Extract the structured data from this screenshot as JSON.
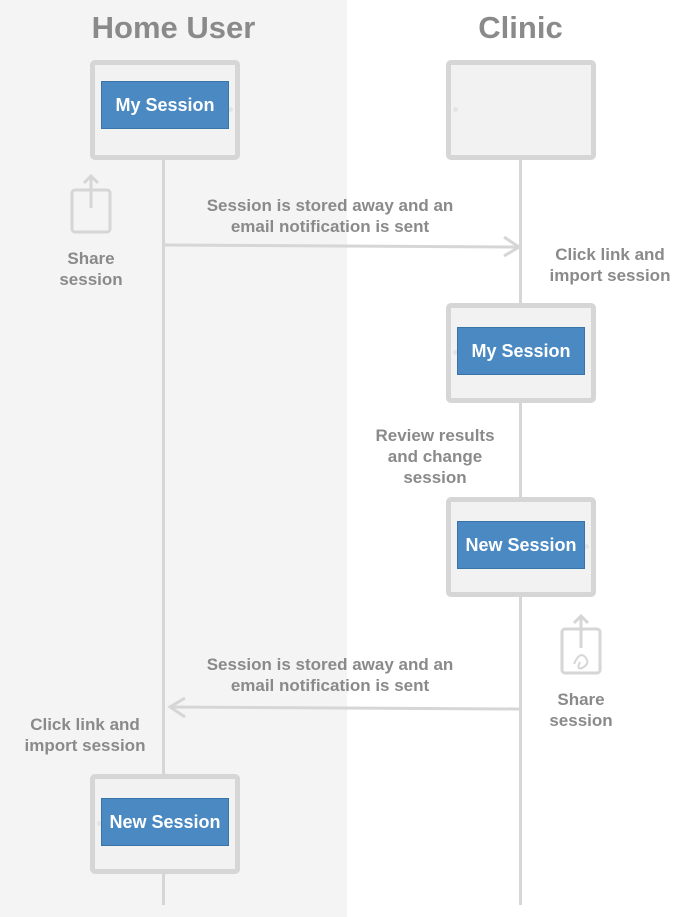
{
  "lanes": {
    "home_user": "Home User",
    "clinic": "Clinic"
  },
  "sessions": {
    "home_top": "My Session",
    "clinic_first": "My Session",
    "clinic_second": "New Session",
    "home_bottom": "New Session"
  },
  "messages": {
    "to_clinic_line1": "Session is stored away and an",
    "to_clinic_line2": "email notification is sent",
    "to_home_line1": "Session is stored away and an",
    "to_home_line2": "email notification is sent"
  },
  "actions": {
    "home_share_line1": "Share",
    "home_share_line2": "session",
    "clinic_import_line1": "Click link and",
    "clinic_import_line2": "import session",
    "clinic_review_line1": "Review results",
    "clinic_review_line2": "and change",
    "clinic_review_line3": "session",
    "clinic_share_line1": "Share",
    "clinic_share_line2": "session",
    "home_import_line1": "Click link and",
    "home_import_line2": "import session"
  },
  "icons": {
    "home_share": "share-icon",
    "clinic_share": "share-attachment-icon"
  },
  "colors": {
    "session_fill": "#4a89c2",
    "lane_left_bg": "#f4f4f4",
    "line": "#d6d6d6",
    "text": "#8a8a8a"
  }
}
